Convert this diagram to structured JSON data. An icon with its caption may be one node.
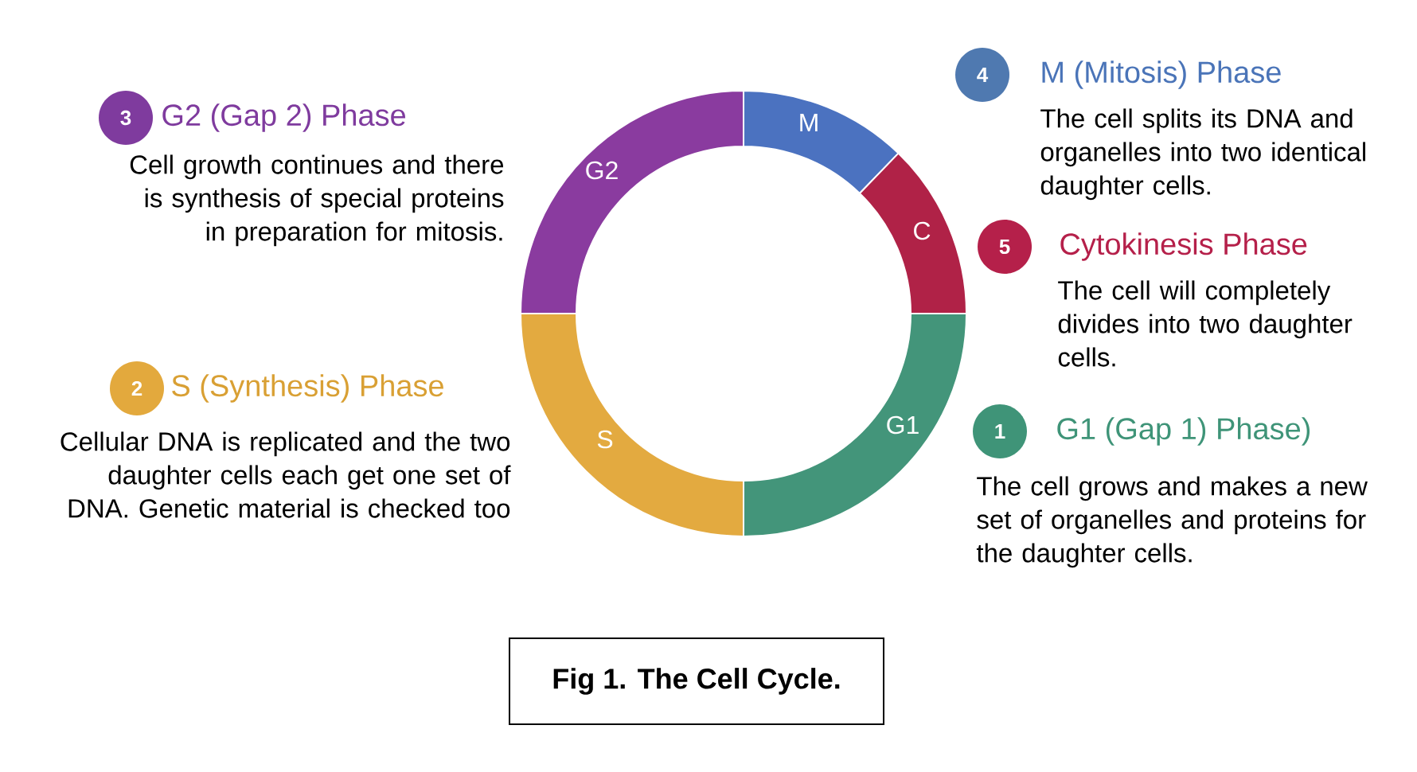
{
  "diagram": {
    "caption": "Fig 1. The Cell Cycle.",
    "nodes": [
      {
        "text": [
          "M"
        ]
      },
      {
        "text": [
          "C"
        ]
      },
      {
        "text": [
          "G1"
        ]
      },
      {
        "text": [
          "S"
        ]
      },
      {
        "text": [
          "G2"
        ]
      },
      {
        "text": [
          "3"
        ],
        "beside": [
          "G2 (Gap 2) Phase",
          "Cell growth continues and there is synthesis of special proteins in preparation for mitosis."
        ]
      },
      {
        "text": [
          "2"
        ],
        "beside": [
          "S (Synthesis) Phase",
          "Cellular DNA is replicated and the two daughter cells each get one set of DNA. Genetic material is checked too"
        ]
      },
      {
        "text": [
          "4"
        ],
        "beside": [
          "M (Mitosis) Phase",
          "The cell splits its DNA and organelles into two identical daughter cells."
        ]
      },
      {
        "text": [
          "5"
        ],
        "beside": [
          "Cytokinesis Phase",
          "The cell will completely divides into two daughter cells."
        ]
      },
      {
        "text": [
          "1"
        ],
        "beside": [
          "G1 (Gap 1) Phase)",
          "The cell grows and makes a new set of organelles and proteins for the daughter cells."
        ]
      }
    ],
    "edges": []
  }
}
